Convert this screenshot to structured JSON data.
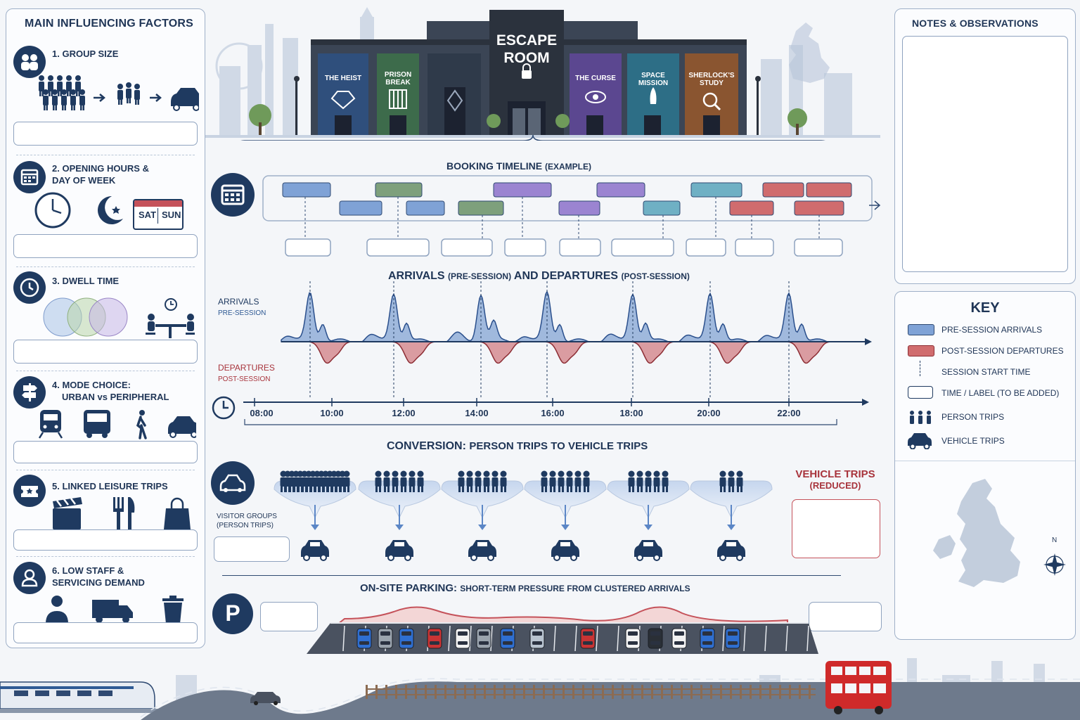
{
  "left_panel": {
    "title": "MAIN INFLUENCING FACTORS",
    "factors": [
      {
        "label": "1. GROUP SIZE"
      },
      {
        "label_line1": "2. OPENING HOURS &",
        "label_line2": "DAY OF WEEK",
        "day_labels": [
          "SAT",
          "SUN"
        ]
      },
      {
        "label": "3. DWELL TIME"
      },
      {
        "label_line1": "4. MODE CHOICE:",
        "label_line2": "URBAN vs PERIPHERAL"
      },
      {
        "label": "5. LINKED LEISURE TRIPS"
      },
      {
        "label_line1": "6. LOW STAFF &",
        "label_line2": "SERVICING DEMAND"
      }
    ]
  },
  "building": {
    "sign_line1": "ESCAPE",
    "sign_line2": "ROOM",
    "rooms": [
      {
        "line1": "THE HEIST",
        "line2": "",
        "color": "#2f4f7c"
      },
      {
        "line1": "PRISON",
        "line2": "BREAK",
        "color": "#3d6b4b"
      },
      {
        "line1": "THE CURSE",
        "line2": "",
        "color": "#5b4790"
      },
      {
        "line1": "SPACE",
        "line2": "MISSION",
        "color": "#2d6e86"
      },
      {
        "line1": "SHERLOCK'S",
        "line2": "STUDY",
        "color": "#8a5530"
      }
    ]
  },
  "booking": {
    "title": "BOOKING TIMELINE",
    "subtitle": "(EXAMPLE)"
  },
  "arrivals": {
    "title_a": "ARRIVALS",
    "title_a_sub": "(PRE-SESSION)",
    "title_b": "AND DEPARTURES",
    "title_b_sub": "(POST-SESSION)",
    "arrivals_label": "ARRIVALS",
    "arrivals_sub": "PRE-SESSION",
    "departures_label": "DEPARTURES",
    "departures_sub": "POST-SESSION",
    "times": [
      "08:00",
      "10:00",
      "12:00",
      "14:00",
      "16:00",
      "18:00",
      "20:00",
      "22:00"
    ]
  },
  "conversion": {
    "title_a": "CONVERSION:",
    "title_b": "PERSON TRIPS TO VEHICLE TRIPS",
    "groups_label_line1": "VISITOR GROUPS",
    "groups_label_line2": "(PERSON TRIPS)",
    "vehicle_line1": "VEHICLE TRIPS",
    "vehicle_line2": "(REDUCED)"
  },
  "parking": {
    "title_a": "ON-SITE PARKING:",
    "title_b": "SHORT-TERM PRESSURE FROM CLUSTERED ARRIVALS",
    "symbol": "P",
    "car_colors": [
      "#2f6fd1",
      "#9aa3ad",
      "#2f6fd1",
      "#c93434",
      "#f2f2f2",
      "#9aa3ad",
      "#2f6fd1",
      "#b8c3cf",
      "#c93434",
      "#f2f2f2",
      "#2a2f36",
      "#f2f2f2",
      "#2f6fd1",
      "#2f6fd1"
    ]
  },
  "notes": {
    "title": "NOTES & OBSERVATIONS"
  },
  "key": {
    "title": "KEY",
    "items": [
      "PRE-SESSION ARRIVALS",
      "POST-SESSION DEPARTURES",
      "SESSION START TIME",
      "TIME / LABEL (TO BE ADDED)",
      "PERSON TRIPS",
      "VEHICLE TRIPS"
    ],
    "compass": "N"
  },
  "colors": {
    "navy": "#1f3a60",
    "arrival_blue": "#5b86c6",
    "departure_red": "#c5525a",
    "accent_red": "#a8343c"
  }
}
